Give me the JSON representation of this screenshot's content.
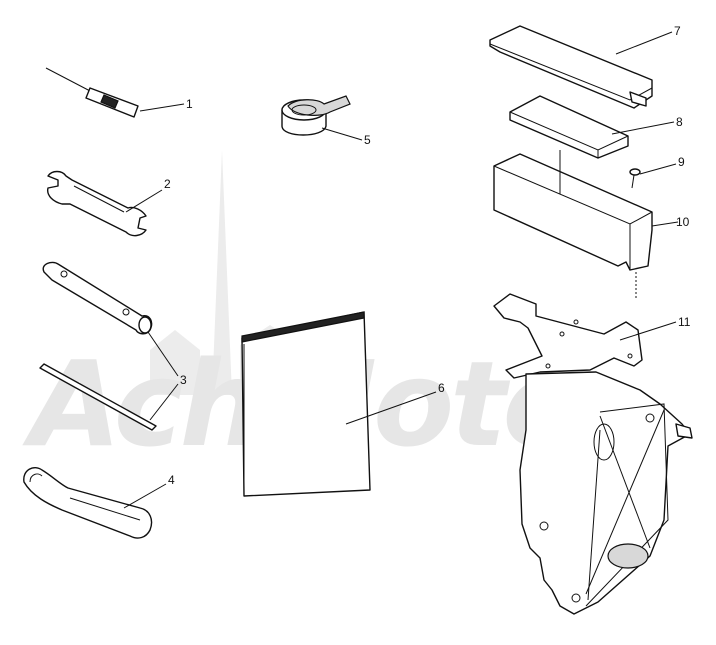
{
  "watermark": {
    "text": "AchMoto"
  },
  "callouts": [
    {
      "id": "callout-1",
      "text": "1"
    },
    {
      "id": "callout-2",
      "text": "2"
    },
    {
      "id": "callout-3",
      "text": "3"
    },
    {
      "id": "callout-4",
      "text": "4"
    },
    {
      "id": "callout-5",
      "text": "5"
    },
    {
      "id": "callout-6",
      "text": "6"
    },
    {
      "id": "callout-7",
      "text": "7"
    },
    {
      "id": "callout-8",
      "text": "8"
    },
    {
      "id": "callout-9",
      "text": "9"
    },
    {
      "id": "callout-10",
      "text": "10"
    },
    {
      "id": "callout-11",
      "text": "11"
    }
  ],
  "colors": {
    "line": "#111111",
    "watermark": "#e6e6e6",
    "background": "#ffffff"
  }
}
